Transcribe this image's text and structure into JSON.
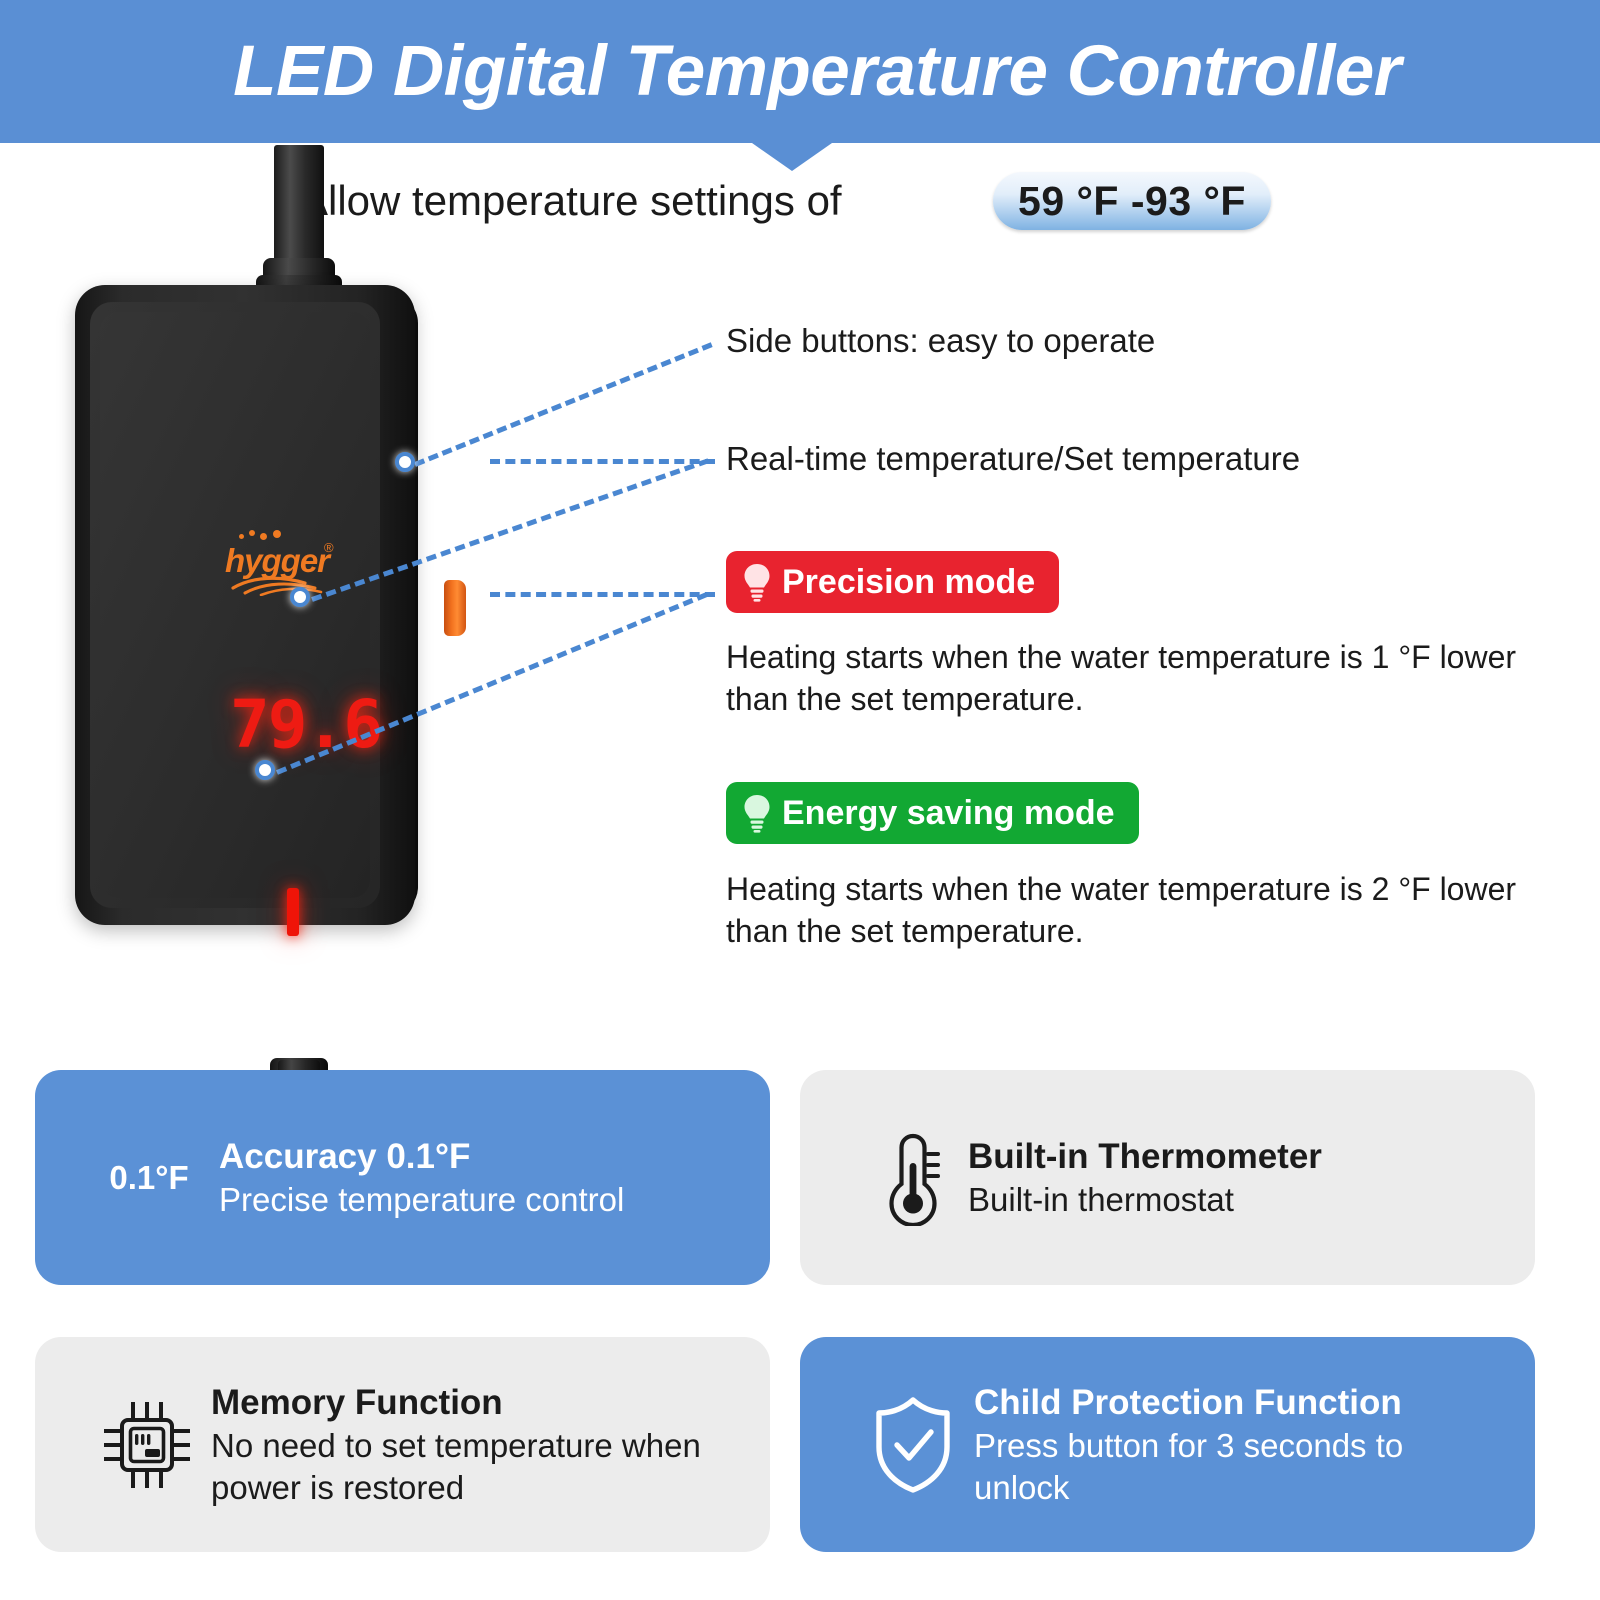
{
  "header": {
    "title": "LED Digital Temperature Controller",
    "band_color": "#5a8fd4"
  },
  "subtitle": {
    "text": "Allow temperature settings of",
    "range_pill": "59 °F -93 °F"
  },
  "device": {
    "brand_logo": "hygger",
    "registered_mark": "®",
    "led_reading": "79.6",
    "led_color": "#ee1b13",
    "button_color": "#f2721f"
  },
  "callouts": [
    {
      "label": "Side buttons: easy to operate"
    },
    {
      "label": "Real-time temperature/Set temperature"
    }
  ],
  "modes": [
    {
      "badge": "Precision mode",
      "badge_color": "#e8232f",
      "icon": "lightbulb-icon",
      "description": "Heating starts when the water temperature is 1 °F lower than the set temperature."
    },
    {
      "badge": "Energy saving mode",
      "badge_color": "#12a833",
      "icon": "lightbulb-icon",
      "description": "Heating starts when the water temperature is 2 °F lower than the set temperature."
    }
  ],
  "features": [
    {
      "icon": "accuracy-badge",
      "icon_text": "0.1°F",
      "title": "Accuracy 0.1°F",
      "subtitle": "Precise temperature control",
      "style": "blue"
    },
    {
      "icon": "thermometer-icon",
      "title": "Built-in Thermometer",
      "subtitle": "Built-in thermostat",
      "style": "gray"
    },
    {
      "icon": "memory-chip-icon",
      "title": "Memory Function",
      "subtitle": "No need to set temperature when power is restored",
      "style": "gray"
    },
    {
      "icon": "shield-check-icon",
      "title": "Child Protection Function",
      "subtitle": "Press button for 3 seconds to unlock",
      "style": "blue"
    }
  ],
  "colors": {
    "brand_blue": "#5a8fd4",
    "card_blue": "#5b91d6",
    "card_gray": "#ececec",
    "accent_orange": "#ef7a22",
    "precision_red": "#e8232f",
    "energy_green": "#12a833",
    "leader_blue": "#4a87d1"
  }
}
